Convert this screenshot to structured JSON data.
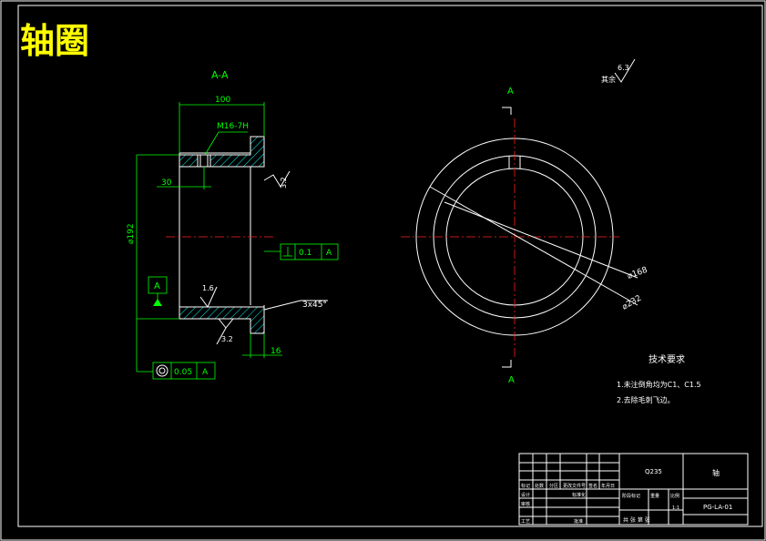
{
  "title": "轴圈",
  "section_label": "A-A",
  "view_mark": "A",
  "dims": {
    "width_top": "100",
    "thread": "M16-7H",
    "offset": "30",
    "bore_dia": "⌀192",
    "flange": "16",
    "chamfer": "3x45°",
    "d168": "⌀168",
    "d232": "⌀232"
  },
  "roughness": {
    "r_top": "3.2",
    "r_inner": "1.6",
    "r_bottom": "3.2",
    "r_general": "6.3",
    "r_general_note": "其余"
  },
  "tolerances": {
    "perp_value": "0.1",
    "perp_datum": "A",
    "circ_value": "0.05",
    "circ_datum": "A"
  },
  "tech_req": {
    "heading": "技术要求",
    "item1": "1.未注倒角均为C1、C1.5",
    "item2": "2.去除毛刺飞边。"
  },
  "title_block": {
    "material": "Q235",
    "part_name": "轴",
    "drawing_no": "PG-LA-01",
    "scale": "1:1",
    "row_labels": [
      "标记",
      "处数",
      "分区",
      "更改文件号",
      "签名",
      "年月日"
    ],
    "design": "设计",
    "check": "审核",
    "process": "工艺",
    "standard": "标准化",
    "approve": "批准",
    "stage": "阶段标记",
    "weight": "重量",
    "ratio": "比例",
    "sheets": "共 张 第 张"
  },
  "colors": {
    "background": "#000000",
    "outline": "#ffffff",
    "dimension": "#00ff00",
    "hatch": "#00ffff",
    "center": "#ff2020",
    "title": "#ffff00"
  }
}
